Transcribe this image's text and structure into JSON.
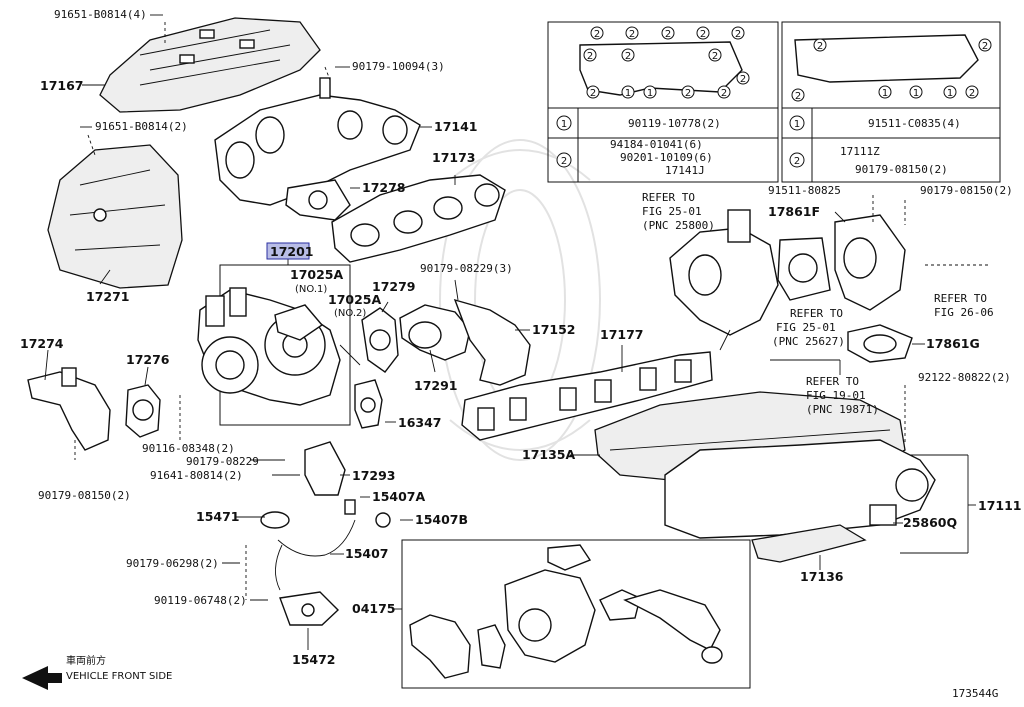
{
  "diagram": {
    "main_part": "17201",
    "figure_code": "173544G",
    "direction": {
      "jp": "車両前方",
      "en": "VEHICLE FRONT SIDE"
    },
    "labels": {
      "p91651_b0814_4": "91651-B0814(4)",
      "p17167": "17167",
      "p90179_10094_3": "90179-10094(3)",
      "p91651_b0814_2": "91651-B0814(2)",
      "p17141": "17141",
      "p17173": "17173",
      "p17278": "17278",
      "p17271": "17271",
      "p17025a_1": "17025A",
      "no1": "(NO.1)",
      "p17025a_2": "17025A",
      "no2": "(NO.2)",
      "p17279": "17279",
      "p90179_08229_3": "90179-08229(3)",
      "p17152": "17152",
      "p17177": "17177",
      "p17274": "17274",
      "p17276": "17276",
      "p17291": "17291",
      "p16347": "16347",
      "p90116_08348_2": "90116-08348(2)",
      "p90179_08229": "90179-08229",
      "p91641_80814_2": "91641-80814(2)",
      "p17293": "17293",
      "p90179_08150_2a": "90179-08150(2)",
      "p15407a": "15407A",
      "p15471": "15471",
      "p15407b": "15407B",
      "p15407": "15407",
      "p90179_06298_2": "90179-06298(2)",
      "p90119_06748_2": "90119-06748(2)",
      "p04175": "04175",
      "p15472": "15472",
      "p17135a": "17135A",
      "p17136": "17136",
      "p17111": "17111",
      "p25860q": "25860Q",
      "p17861f": "17861F",
      "p17861g": "17861G",
      "p91511_80825": "91511-80825",
      "p90179_08150_2b": "90179-08150(2)",
      "p92122_80822_2": "92122-80822(2)",
      "ref1_a": "REFER TO",
      "ref1_b": "FIG 25-01",
      "ref1_c": "(PNC 25800)",
      "ref2_a": "REFER TO",
      "ref2_b": "FIG 25-01",
      "ref2_c": "(PNC 25627)",
      "ref3_a": "REFER TO",
      "ref3_b": "FIG 19-01",
      "ref3_c": "(PNC 19871)",
      "ref4_a": "REFER TO",
      "ref4_b": "FIG 26-06"
    },
    "table_left": {
      "row1_num": "1",
      "row1_part": "90119-10778(2)",
      "row2_num": "2",
      "row2_part_a": "94184-01041(6)",
      "row2_part_b": "90201-10109(6)",
      "row2_part_c": "17141J"
    },
    "table_right": {
      "row1_num": "1",
      "row1_part": "91511-C0835(4)",
      "row2_num": "2",
      "row2_part_a": "17111Z",
      "row2_part_b": "90179-08150(2)"
    },
    "callout_1": "1",
    "callout_2": "2"
  }
}
